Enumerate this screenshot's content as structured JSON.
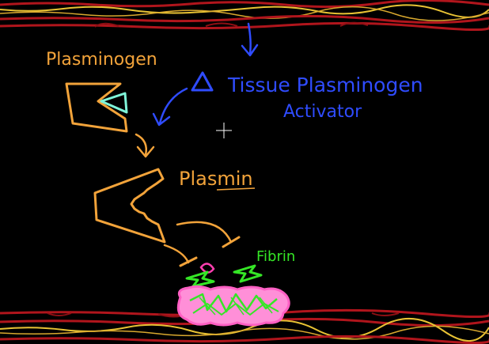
{
  "labels": {
    "plasminogen": "Plasminogen",
    "tpa_line1": "Tissue Plasminogen",
    "tpa_line2": "Activator",
    "plasmin": "Plasmin",
    "fibrin": "Fibrin"
  },
  "colors": {
    "background": "#000000",
    "vessel_wall": "#b0151c",
    "vessel_highlight": "#e8c234",
    "enzyme_orange": "#f2a33a",
    "tpa_blue": "#2f4cff",
    "tpa_cyan": "#7ff5d9",
    "fibrin_green": "#35e626",
    "clot_pink": "#ff8fd8",
    "inhibitor_magenta": "#ff3fb0"
  },
  "icons": {
    "tpa_symbol": "triangle-icon",
    "cursor": "crosshair-icon"
  }
}
